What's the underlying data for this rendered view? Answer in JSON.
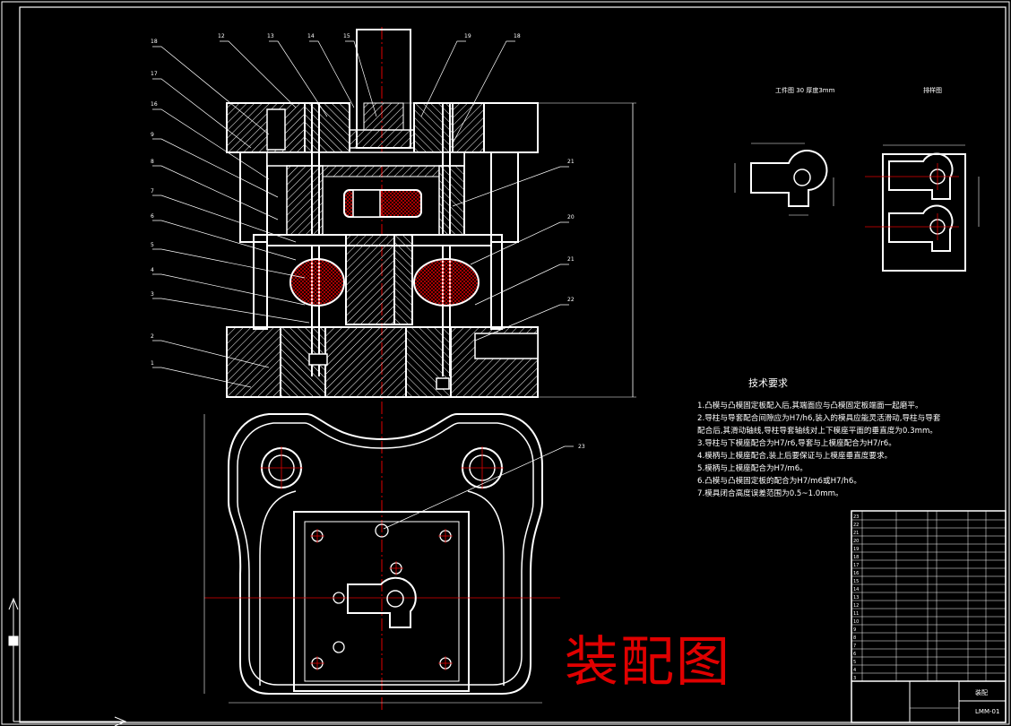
{
  "drawing": {
    "title_large": "装配图",
    "workpiece_view_title": "工件图 30 厚度3mm",
    "strip_view_title": "排样图",
    "tech_title": "技术要求",
    "notes": [
      "1.凸模与凸模固定板配入后,其端面应与凸模固定板端面一起磨平。",
      "2.导柱与导套配合间隙应为H7/h6,装入的模具应能灵活滑动,导柱与导套",
      "   配合后,其滑动轴线,导柱导套轴线对上下模座平面的垂直度为0.3mm。",
      "3.导柱与下模座配合为H7/r6,导套与上模座配合为H7/r6。",
      "4.模柄与上模座配合,装上后要保证与上模座垂直度要求。",
      "5.模柄与上模座配合为H7/m6。",
      "6.凸模与凸模固定板的配合为H7/m6或H7/h6。",
      "7.模具闭合高度误差范围为0.5~1.0mm。"
    ],
    "title_block_label": "装配",
    "drawing_number": "LMM-01"
  }
}
